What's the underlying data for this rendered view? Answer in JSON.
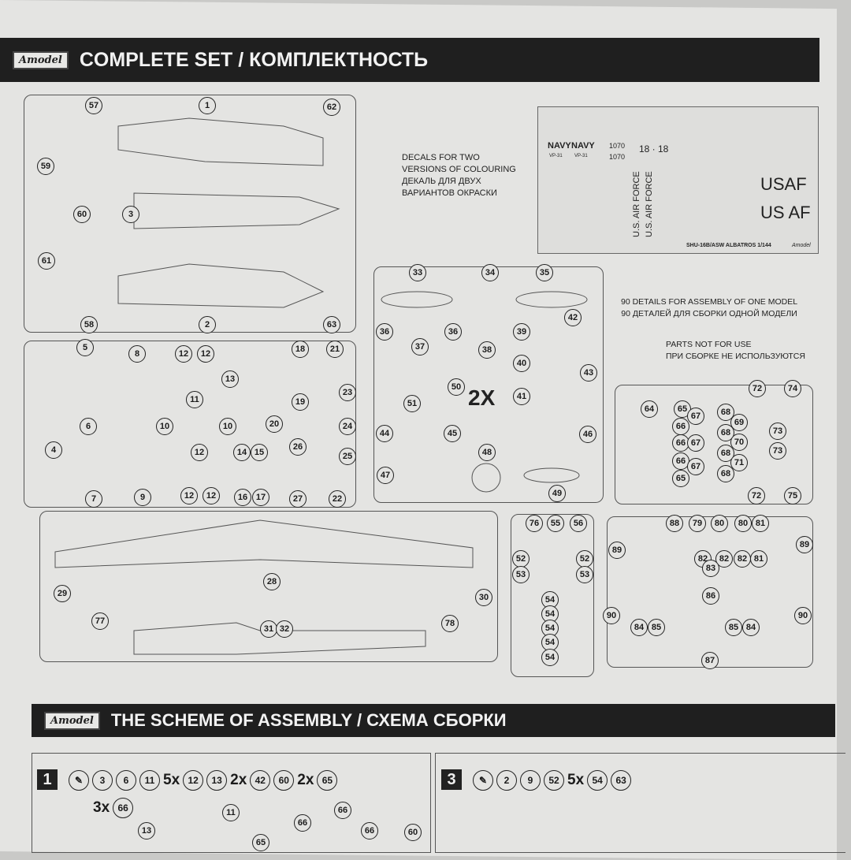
{
  "header1": {
    "logo": "Amodel",
    "title": "COMPLETE SET / КОМПЛЕКТНОСТЬ"
  },
  "header2": {
    "logo": "Amodel",
    "title": "THE SCHEME OF ASSEMBLY / СХЕМА СБОРКИ"
  },
  "decal_note": [
    "DECALS FOR TWO",
    "VERSIONS OF COLOURING",
    "ДЕКАЛЬ ДЛЯ ДВУХ",
    "ВАРИАНТОВ ОКРАСКИ"
  ],
  "details_note": [
    "90 DETAILS FOR ASSEMBLY OF ONE MODEL",
    "90 ДЕТАЛЕЙ ДЛЯ СБОРКИ ОДНОЙ МОДЕЛИ"
  ],
  "unused_note": [
    "PARTS NOT FOR USE",
    "ПРИ СБОРКЕ НЕ ИСПОЛЬЗУЮТСЯ"
  ],
  "sprue_multiplier": "2X",
  "decal_sheet": {
    "navy1": "NAVY",
    "navy2": "NAVY",
    "sq1": "VP-31",
    "sq2": "VP-31",
    "num1": "1070",
    "num2": "1070",
    "tail": "18 · 18",
    "usaf1": "USAF",
    "usaf2": "US AF",
    "af1": "U.S. AIR FORCE",
    "af2": "U.S. AIR FORCE",
    "caption": "SHU-16B/ASW ALBATROS 1/144",
    "logo": "Amodel"
  },
  "parts": [
    "57",
    "1",
    "62",
    "59",
    "60",
    "3",
    "61",
    "58",
    "2",
    "63",
    "5",
    "8",
    "12",
    "12",
    "18",
    "21",
    "13",
    "11",
    "19",
    "23",
    "6",
    "10",
    "10",
    "20",
    "24",
    "4",
    "12",
    "14",
    "15",
    "26",
    "25",
    "7",
    "9",
    "12",
    "12",
    "16",
    "17",
    "27",
    "22",
    "33",
    "34",
    "35",
    "36",
    "37",
    "36",
    "38",
    "39",
    "42",
    "40",
    "43",
    "50",
    "51",
    "41",
    "44",
    "45",
    "46",
    "48",
    "47",
    "49",
    "64",
    "65",
    "67",
    "68",
    "69",
    "72",
    "74",
    "66",
    "66",
    "67",
    "68",
    "70",
    "73",
    "66",
    "68",
    "71",
    "73",
    "65",
    "67",
    "68",
    "72",
    "75",
    "76",
    "55",
    "56",
    "52",
    "52",
    "53",
    "53",
    "54",
    "54",
    "54",
    "54",
    "54",
    "88",
    "79",
    "80",
    "80",
    "81",
    "89",
    "89",
    "82",
    "82",
    "82",
    "81",
    "83",
    "86",
    "90",
    "90",
    "84",
    "85",
    "85",
    "84",
    "87",
    "28",
    "29",
    "30",
    "77",
    "31",
    "32",
    "78"
  ],
  "step1": {
    "number": "1",
    "seq": [
      {
        "m": "",
        "p": "3"
      },
      {
        "m": "",
        "p": "6"
      },
      {
        "m": "",
        "p": "11"
      },
      {
        "m": "5x",
        "p": "12"
      },
      {
        "m": "",
        "p": "13"
      },
      {
        "m": "2x",
        "p": "42"
      },
      {
        "m": "",
        "p": "60"
      },
      {
        "m": "2x",
        "p": "65"
      }
    ],
    "extra_mult": "3x",
    "extra_part": "66",
    "callouts": [
      "13",
      "11",
      "66",
      "66",
      "66",
      "65",
      "60"
    ]
  },
  "step3": {
    "number": "3",
    "seq": [
      {
        "m": "",
        "p": "2"
      },
      {
        "m": "",
        "p": "9"
      },
      {
        "m": "",
        "p": "52"
      },
      {
        "m": "5x",
        "p": "54"
      },
      {
        "m": "",
        "p": "63"
      }
    ]
  }
}
